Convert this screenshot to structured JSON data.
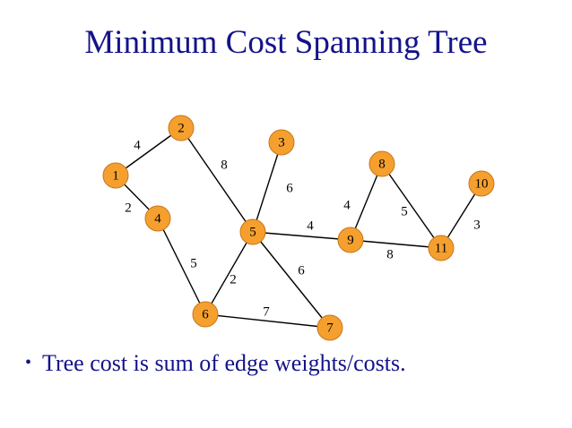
{
  "title": "Minimum Cost Spanning Tree",
  "bullet": {
    "symbol": "•",
    "text": "Tree cost is sum of edge weights/costs."
  },
  "colors": {
    "title": "#13138a",
    "node_fill": "#f5a02e",
    "edge": "#000000"
  },
  "graph": {
    "nodes": [
      {
        "id": "1",
        "label": "1"
      },
      {
        "id": "2",
        "label": "2"
      },
      {
        "id": "3",
        "label": "3"
      },
      {
        "id": "4",
        "label": "4"
      },
      {
        "id": "5",
        "label": "5"
      },
      {
        "id": "6",
        "label": "6"
      },
      {
        "id": "7",
        "label": "7"
      },
      {
        "id": "8",
        "label": "8"
      },
      {
        "id": "9",
        "label": "9"
      },
      {
        "id": "10",
        "label": "10"
      },
      {
        "id": "11",
        "label": "11"
      }
    ],
    "edges": [
      {
        "from": "1",
        "to": "2",
        "weight": "4"
      },
      {
        "from": "1",
        "to": "4",
        "weight": "2"
      },
      {
        "from": "2",
        "to": "5",
        "weight": "8"
      },
      {
        "from": "3",
        "to": "5",
        "weight": "6"
      },
      {
        "from": "4",
        "to": "6",
        "weight": "5"
      },
      {
        "from": "5",
        "to": "6",
        "weight": "2"
      },
      {
        "from": "5",
        "to": "7",
        "weight": "6"
      },
      {
        "from": "5",
        "to": "9",
        "weight": "4"
      },
      {
        "from": "6",
        "to": "7",
        "weight": "7"
      },
      {
        "from": "8",
        "to": "9",
        "weight": "4"
      },
      {
        "from": "8",
        "to": "11",
        "weight": "5"
      },
      {
        "from": "9",
        "to": "11",
        "weight": "8"
      },
      {
        "from": "10",
        "to": "11",
        "weight": "3"
      }
    ]
  }
}
